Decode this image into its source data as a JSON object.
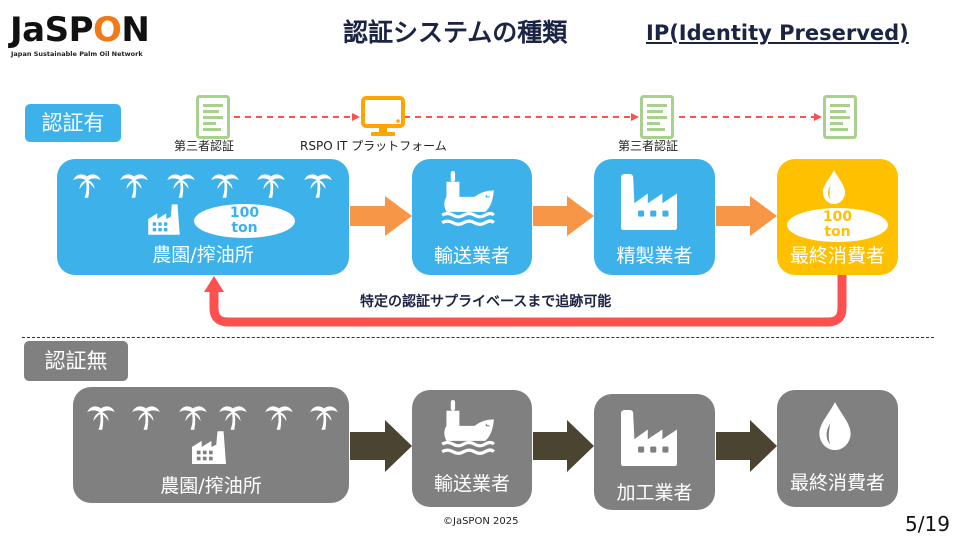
{
  "logo": {
    "name": "JaSPON",
    "name_prefix": "JaSP",
    "name_drop_letter": "O",
    "name_suffix": "N",
    "tagline": "Japan Sustainable Palm Oil Network"
  },
  "header": {
    "title": "認証システムの種類",
    "subtitle": "IP(Identity Preserved)"
  },
  "certified": {
    "badge": "認証有",
    "tracking_icons": [
      {
        "icon": "document-icon",
        "caption": "第三者認証"
      },
      {
        "icon": "computer-monitor-icon",
        "caption": "RSPO IT プラットフォーム"
      },
      {
        "icon": "document-icon",
        "caption": "第三者認証"
      },
      {
        "icon": "document-icon",
        "caption": ""
      }
    ],
    "stages": [
      {
        "label": "農園/搾油所",
        "icons": [
          "palm-tree-icon",
          "palm-tree-icon",
          "palm-tree-icon",
          "palm-tree-icon",
          "palm-tree-icon",
          "palm-tree-icon",
          "factory-icon"
        ],
        "volume_value": "100",
        "volume_unit": "ton"
      },
      {
        "label": "輸送業者",
        "icons": [
          "ship-icon"
        ]
      },
      {
        "label": "精製業者",
        "icons": [
          "factory-icon"
        ]
      },
      {
        "label": "最終消費者",
        "icons": [
          "oil-drop-icon"
        ],
        "volume_value": "100",
        "volume_unit": "ton"
      }
    ],
    "trace_note": "特定の認証サプライベースまで追跡可能"
  },
  "uncertified": {
    "badge": "認証無",
    "stages": [
      {
        "label": "農園/搾油所",
        "icons": [
          "palm-tree-icon",
          "palm-tree-icon",
          "palm-tree-icon",
          "palm-tree-icon",
          "palm-tree-icon",
          "palm-tree-icon",
          "factory-icon"
        ]
      },
      {
        "label": "輸送業者",
        "icons": [
          "ship-icon"
        ]
      },
      {
        "label": "加工業者",
        "icons": [
          "factory-icon"
        ]
      },
      {
        "label": "最終消費者",
        "icons": [
          "oil-drop-icon"
        ]
      }
    ]
  },
  "colors": {
    "certified_blue": "#3db2ea",
    "consumer_gold": "#ffc000",
    "uncertified_gray": "#808080",
    "flow_arrow_orange": "#f79646",
    "flow_arrow_dark": "#4a4430",
    "trace_arrow_red": "#ff5050",
    "document_green": "#a9d18e",
    "monitor_orange": "#ffa500",
    "title_navy": "#1c2444"
  },
  "footer": {
    "copyright": "©JaSPON 2025",
    "page": "5/19"
  }
}
